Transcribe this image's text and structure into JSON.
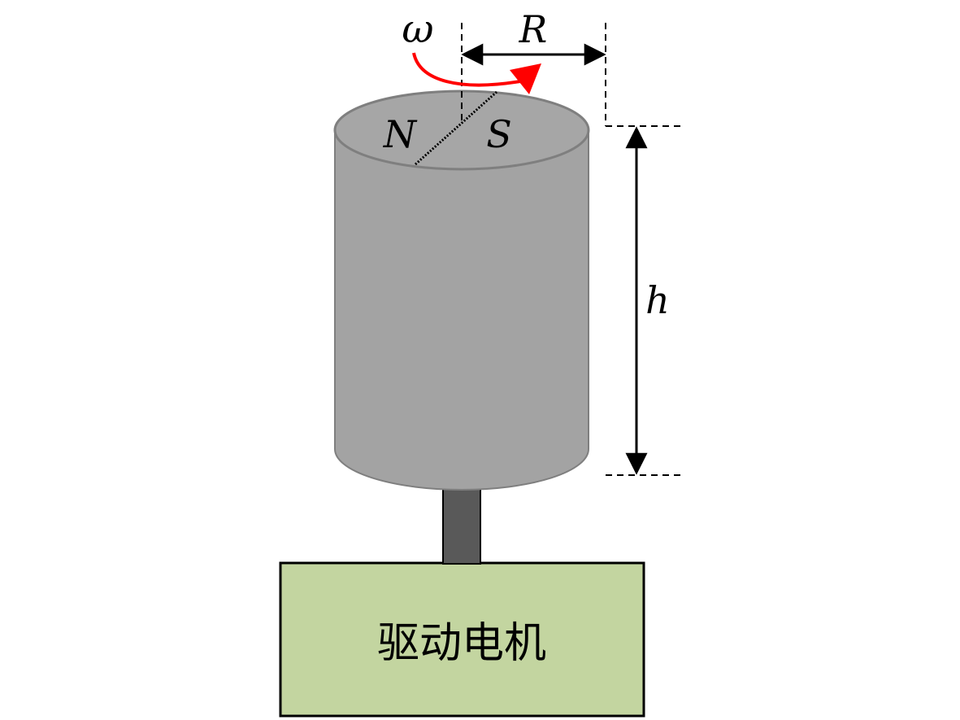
{
  "labels": {
    "omega": "ω",
    "radius": "R",
    "height": "h",
    "north_pole": "N",
    "south_pole": "S",
    "motor": "驱动电机"
  },
  "colors": {
    "cylinder_body": "#a3a3a3",
    "cylinder_top": "#a6a6a6",
    "cylinder_edge": "#7f7f7f",
    "shaft": "#595959",
    "motor_box": "#c3d5a0",
    "rotation_arrow": "#ff0000",
    "lines": "#000000"
  },
  "icons": {
    "rotation": "curved-arrow-icon",
    "dimension_arrows": "double-headed-arrow-icon"
  }
}
